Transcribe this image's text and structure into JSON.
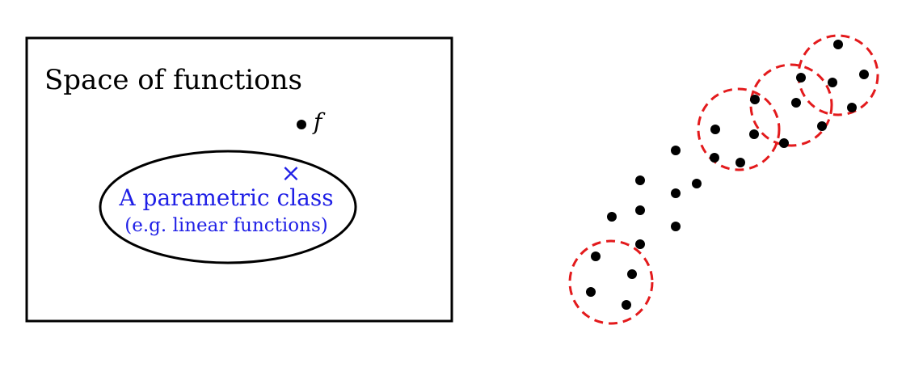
{
  "left_panel": {
    "title": "Space of functions",
    "point_label": "f",
    "class_marker": "×",
    "class_label_line1": "A parametric class",
    "class_label_line2": "(e.g. linear functions)",
    "colors": {
      "frame": "#000000",
      "class_text": "#1f1fe6",
      "ink": "#000000"
    }
  },
  "right_panel": {
    "point_color": "#000000",
    "circle_color": "#e31a1c",
    "circle_style": "dashed"
  }
}
